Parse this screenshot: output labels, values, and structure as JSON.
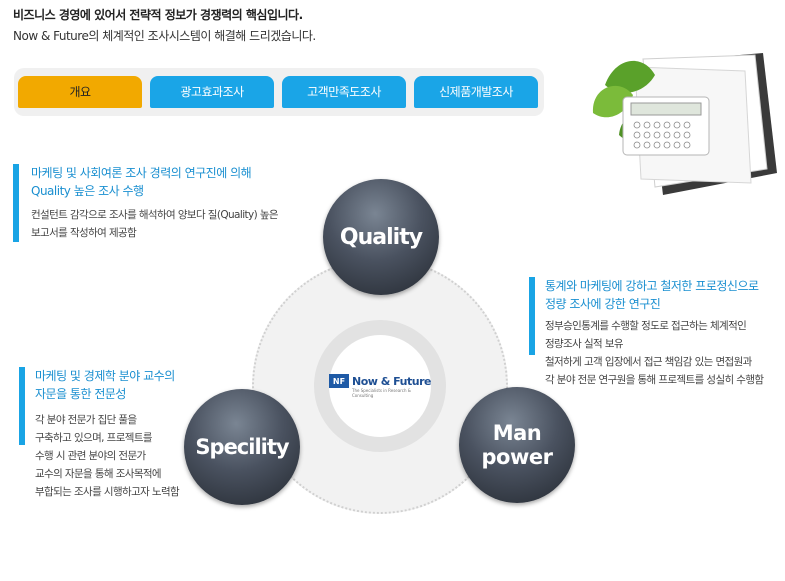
{
  "header": {
    "headline": "비즈니스 경영에 있어서 전략적 정보가 경쟁력의 핵심입니다.",
    "subline": "Now & Future의 체계적인 조사시스템이 해결해 드리겠습니다."
  },
  "tabs": [
    {
      "label": "개요",
      "active": true
    },
    {
      "label": "광고효과조사",
      "active": false
    },
    {
      "label": "고객만족도조사",
      "active": false
    },
    {
      "label": "신제품개발조사",
      "active": false
    }
  ],
  "colors": {
    "accent_orange": "#f2a900",
    "accent_blue": "#1aa5e7",
    "bubble_dark": "#3a414b"
  },
  "blocks": {
    "quality": {
      "title1": "마케팅 및 사회여론 조사 경력의 연구진에 의해",
      "title2": "Quality 높은 조사 수행",
      "body1": "컨설턴트 감각으로 조사를 해석하여 양보다 질(Quality) 높은",
      "body2": "보고서를 작성하여 제공함"
    },
    "manpower": {
      "title1": "통계와 마케팅에 강하고 철저한 프로정신으로",
      "title2": "정량 조사에 강한 연구진",
      "body1": "정부승인통계를 수행할 정도로 접근하는 체계적인",
      "body2": "정량조사 실적 보유",
      "body3": "철저하게 고객 입장에서 접근 책임감 있는 면접원과",
      "body4": "각 분야 전문 연구원을 통해 프로젝트를 성실히 수행함"
    },
    "speciality": {
      "title1": "마케팅 및 경제학 분야 교수의",
      "title2": "자문을 통한 전문성",
      "body1": "각 분야 전문가 집단 풀을",
      "body2": "구축하고 있으며, 프로젝트를",
      "body3": "수행 시 관련 분야의 전문가",
      "body4": "교수의 자문을 통해 조사목적에",
      "body5": "부합되는 조사를 시행하고자 노력함"
    }
  },
  "diagram": {
    "quality_label": "Quality",
    "speciality_label": "Specility",
    "man_label_1": "Man",
    "man_label_2": "power",
    "logo_mark": "NF",
    "logo_name": "Now & Future",
    "logo_tagline": "The Specialists in Research & Consulting"
  },
  "icons": {
    "decoration": "calculator-leaf-icon"
  }
}
